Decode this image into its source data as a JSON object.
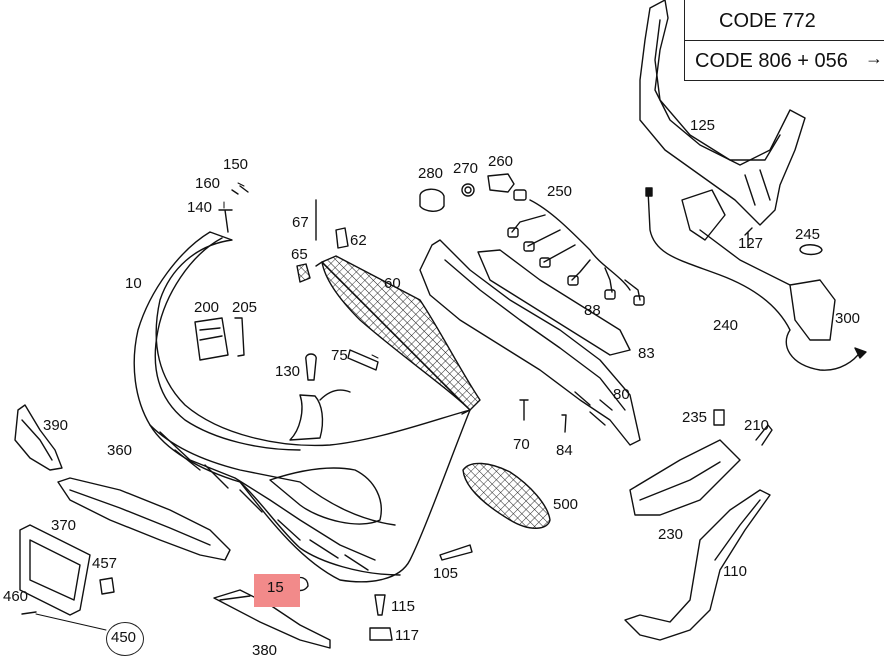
{
  "legend": {
    "code1": "CODE 772",
    "code2": "CODE 806 + 056",
    "arrow": "→"
  },
  "highlight_part": "15",
  "parts": {
    "p10": "10",
    "p15": "15",
    "p60": "60",
    "p62": "62",
    "p65": "65",
    "p67": "67",
    "p70": "70",
    "p75": "75",
    "p80": "80",
    "p83": "83",
    "p84": "84",
    "p88": "88",
    "p105": "105",
    "p110": "110",
    "p115": "115",
    "p117": "117",
    "p125": "125",
    "p127": "127",
    "p130": "130",
    "p140": "140",
    "p150": "150",
    "p160": "160",
    "p200": "200",
    "p205": "205",
    "p210": "210",
    "p230": "230",
    "p235": "235",
    "p240": "240",
    "p245": "245",
    "p250": "250",
    "p260": "260",
    "p270": "270",
    "p280": "280",
    "p300": "300",
    "p360": "360",
    "p370": "370",
    "p380": "380",
    "p390": "390",
    "p450": "450",
    "p457": "457",
    "p460": "460",
    "p500": "500"
  }
}
